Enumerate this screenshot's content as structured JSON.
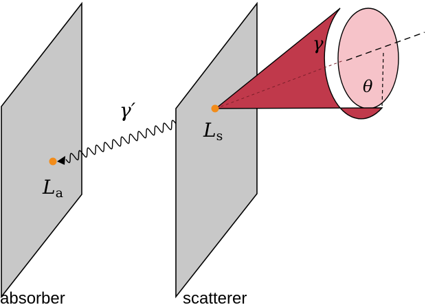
{
  "planes": {
    "absorber_caption": "absorber",
    "scatterer_caption": "scatterer"
  },
  "points": {
    "absorber": {
      "symbol": "L",
      "subscript": "a"
    },
    "scatterer": {
      "symbol": "L",
      "subscript": "s"
    }
  },
  "photons": {
    "scattered": "γ′",
    "incident": "γ"
  },
  "angle": "θ",
  "colors": {
    "plane_fill": "#c8c8c8",
    "plane_stroke": "#000000",
    "cone_side": "#c0394b",
    "cone_base": "#f6c3c9",
    "point": "#f28c1a"
  }
}
